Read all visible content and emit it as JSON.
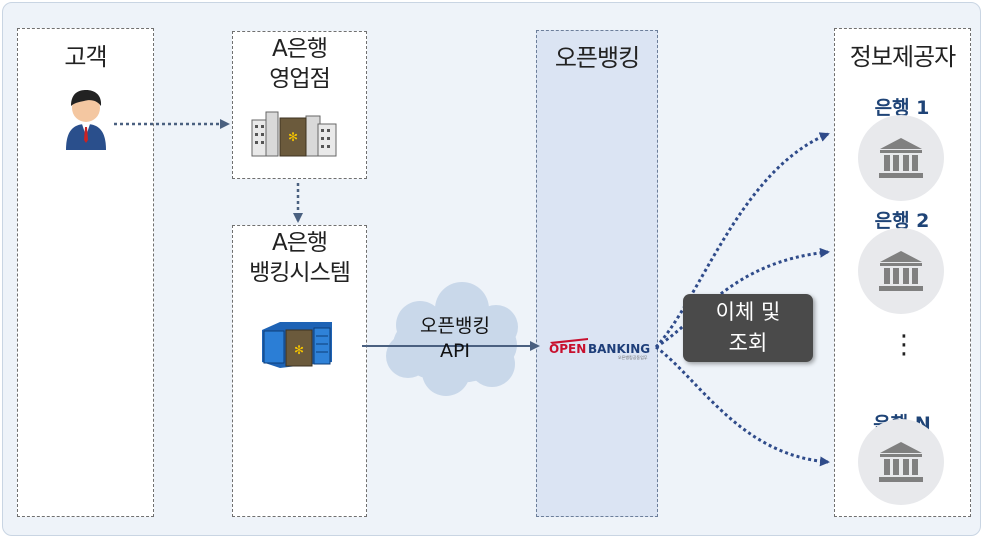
{
  "columns": {
    "customer": "고객",
    "branch": "A은행\n영업점",
    "banking_system": "A은행\n뱅킹시스템",
    "openbanking": "오픈뱅킹",
    "provider": "정보제공자"
  },
  "cloud": {
    "text": "오픈뱅킹\nAPI"
  },
  "transfer_box": {
    "text": "이체 및\n조회"
  },
  "logo": {
    "open": "OPEN",
    "banking": "BANKING",
    "sub": "오픈뱅킹공동업무"
  },
  "banks": [
    {
      "label": "은행 1"
    },
    {
      "label": "은행 2"
    },
    {
      "label": "은행 N"
    }
  ],
  "ellipsis": "⋮",
  "colors": {
    "arrow": "#4a6080",
    "dotted": "#2f4b8a",
    "bank_text": "#1f4477",
    "openbanking_column": "#dbe4f3",
    "dark_box": "#4a4a4a",
    "cloud": "#c9d8ea",
    "logo_red": "#c8102e"
  }
}
